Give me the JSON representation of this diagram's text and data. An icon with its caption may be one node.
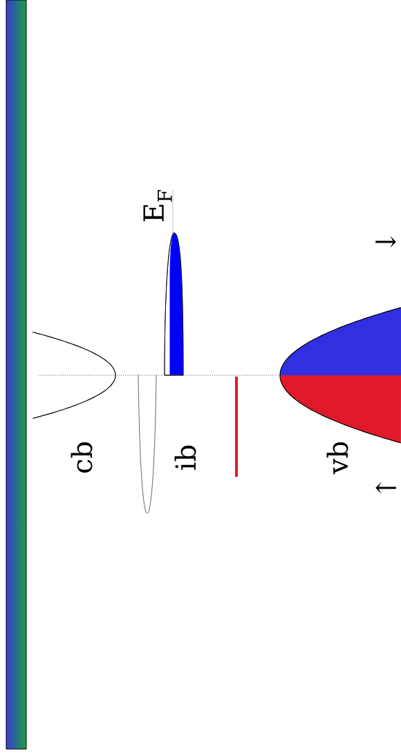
{
  "diagram": {
    "labels": [
      "cb",
      "ib",
      "vb",
      "E$_{F}$",
      "↑",
      "↓"
    ]
  }
}
